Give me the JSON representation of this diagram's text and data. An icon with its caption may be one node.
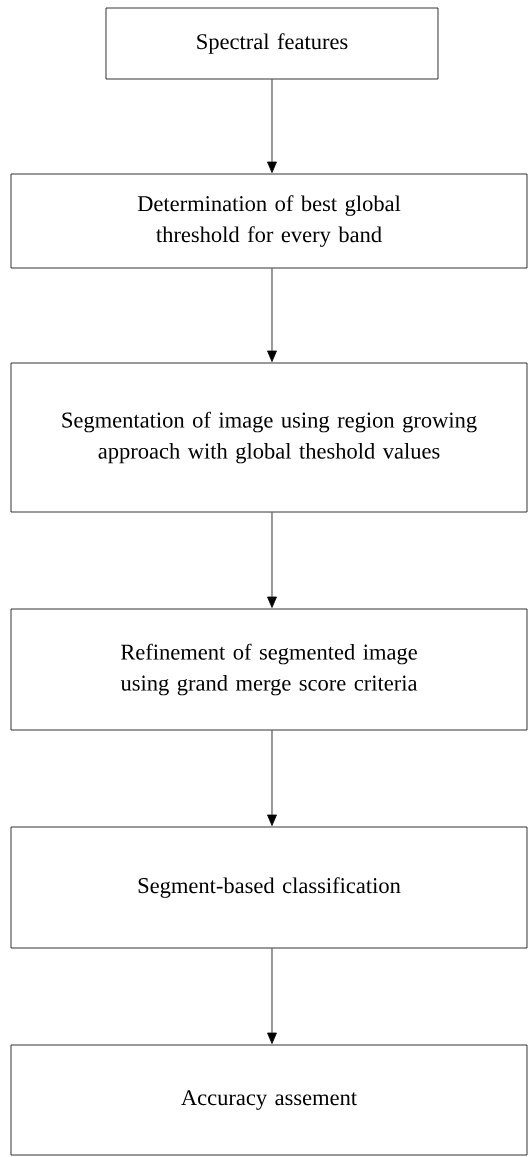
{
  "diagram": {
    "nodes": [
      {
        "text": [
          "Spectral features"
        ]
      },
      {
        "text": [
          "Determination of best global threshold for every band"
        ]
      },
      {
        "text": [
          "Segmentation of image using region growing approach with global theshold values"
        ]
      },
      {
        "text": [
          "Refinement of segmented image using grand merge score criteria"
        ]
      },
      {
        "text": [
          "Segment-based classification"
        ]
      },
      {
        "text": [
          "Accuracy assement"
        ]
      }
    ],
    "edges": [
      {
        "from": 0,
        "to": 1,
        "arrow": "to"
      },
      {
        "from": 1,
        "to": 2,
        "arrow": "to"
      },
      {
        "from": 2,
        "to": 3,
        "arrow": "to"
      },
      {
        "from": 3,
        "to": 4,
        "arrow": "to"
      },
      {
        "from": 4,
        "to": 5,
        "arrow": "to"
      }
    ]
  }
}
